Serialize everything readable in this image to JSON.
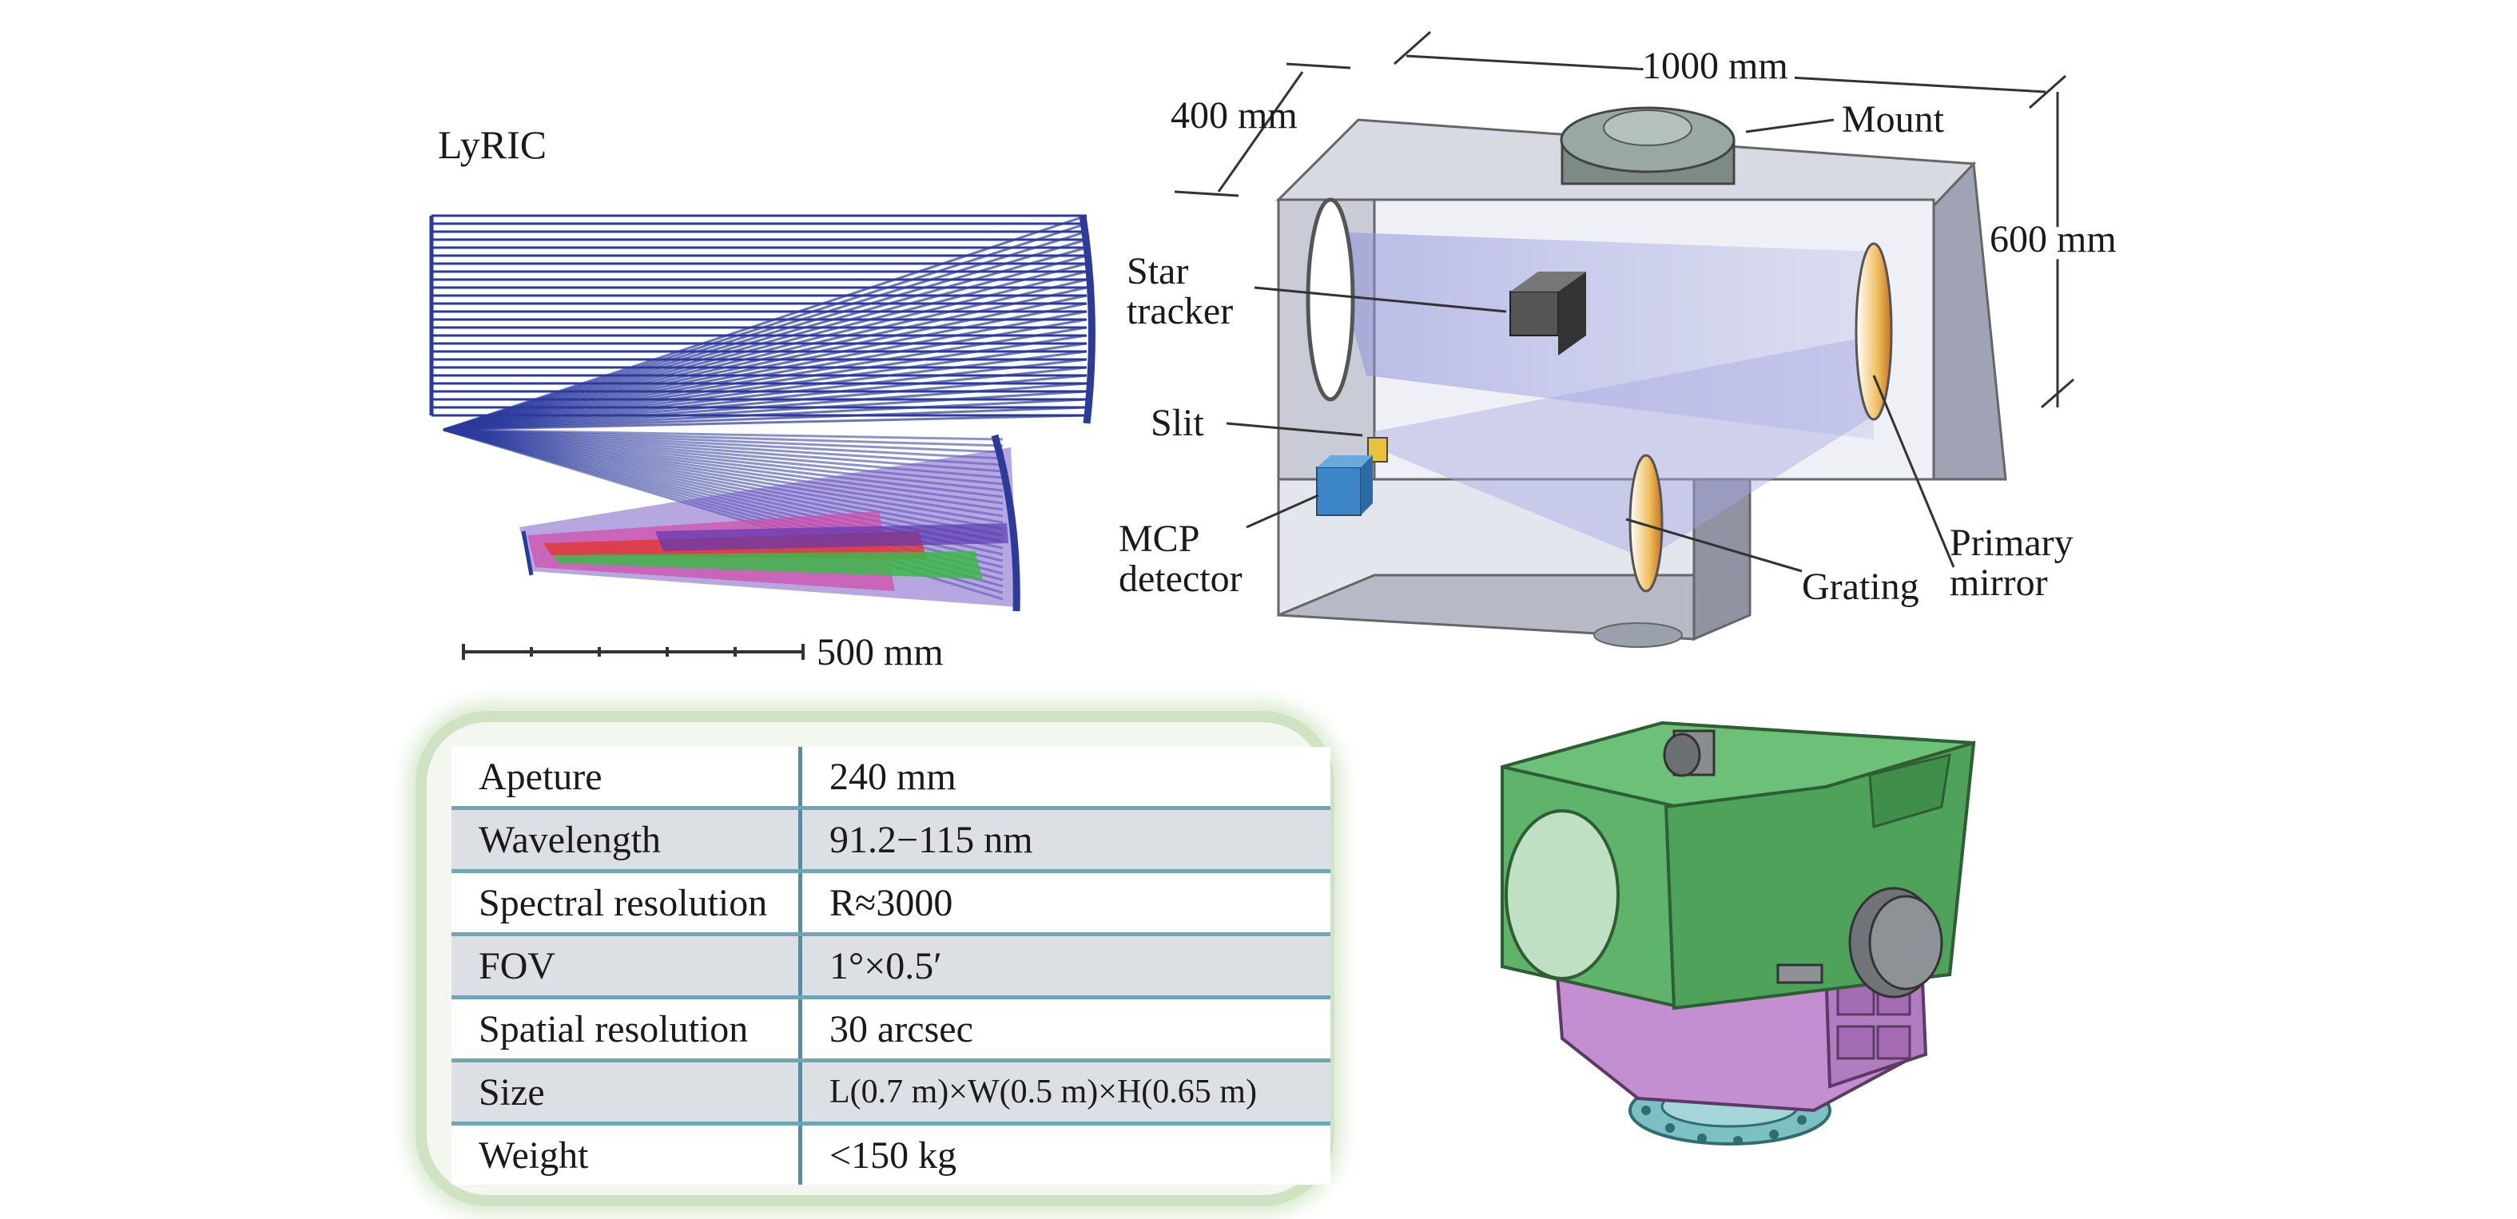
{
  "figure": {
    "title": "LyRIC",
    "scale_bar_label": "500 mm",
    "dimensions": {
      "length": "1000 mm",
      "depth": "400 mm",
      "height": "600 mm"
    },
    "callouts": {
      "mount": "Mount",
      "star_tracker_line1": "Star",
      "star_tracker_line2": "tracker",
      "slit": "Slit",
      "mcp_line1": "MCP",
      "mcp_line2": "detector",
      "grating": "Grating",
      "primary_line1": "Primary",
      "primary_line2": "mirror"
    }
  },
  "specs": [
    {
      "param": "Apeture",
      "value": "240 mm"
    },
    {
      "param": "Wavelength",
      "value": "91.2−115 nm"
    },
    {
      "param": "Spectral resolution",
      "value": "R≈3000"
    },
    {
      "param": "FOV",
      "value": "1°×0.5′"
    },
    {
      "param": "Spatial resolution",
      "value": "30 arcsec"
    },
    {
      "param": "Size",
      "value": "L(0.7 m)×W(0.5 m)×H(0.65 m)"
    },
    {
      "param": "Weight",
      "value": "<150 kg"
    }
  ],
  "colors": {
    "title": "#b03a2e",
    "rays": "#2c3a9c",
    "housing": "#c9ccd6",
    "cad_green": "#5fb36a",
    "cad_purple": "#c48fd0",
    "table_rule": "#4d90a6"
  }
}
